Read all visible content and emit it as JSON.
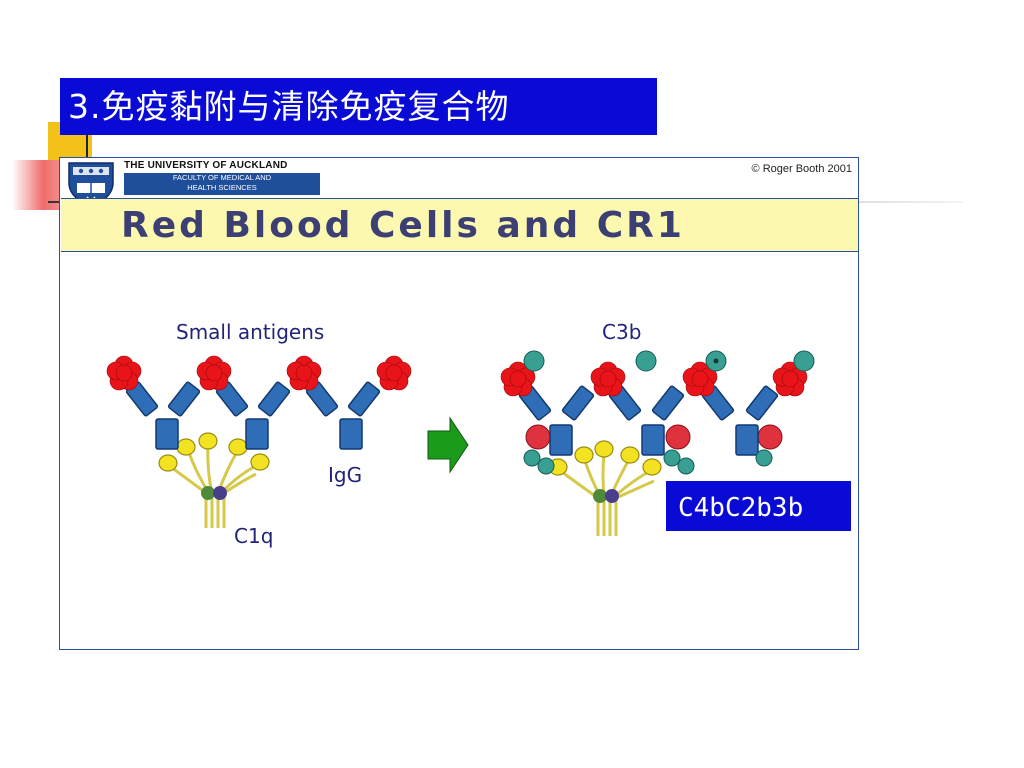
{
  "slide": {
    "title": "3.免疫黏附与清除免疫复合物"
  },
  "figure": {
    "header": {
      "university": "THE UNIVERSITY OF AUCKLAND",
      "faculty_line1": "FACULTY OF MEDICAL AND",
      "faculty_line2": "HEALTH SCIENCES",
      "copyright": "© Roger Booth 2001"
    },
    "heading": "Red Blood Cells and CR1",
    "labels": {
      "small_antigens": "Small antigens",
      "igg": "IgG",
      "c1q": "C1q",
      "c3b": "C3b",
      "c4b_c2b3b": "C4bC2b3b"
    }
  },
  "colors": {
    "title_bar": "#0a0ad6",
    "antigen": "#e8141a",
    "antibody": "#2f6db6",
    "c1q_head": "#f2e221",
    "c1q_stalk": "#d6c94a",
    "c3b": "#3a9f93",
    "c4b_c2b3b": "#e0323e",
    "arrow": "#1c9a1c"
  }
}
